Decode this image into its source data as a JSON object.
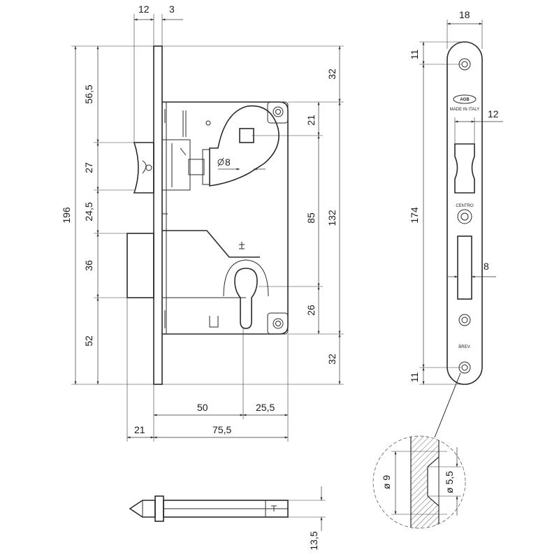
{
  "dimensions": {
    "front_plate_thickness": "12",
    "plate_gap": "3",
    "overall_height": "196",
    "top_to_latch": "56,5",
    "latch_height": "27",
    "latch_to_bolt": "24,5",
    "bolt_height": "36",
    "bolt_to_bottom": "52",
    "top_margin": "32",
    "bottom_margin": "32",
    "handle_offset": "21",
    "handle_to_cylinder": "85",
    "body_height": "132",
    "cylinder_offset": "26",
    "spindle": "8",
    "backset": "50",
    "cylinder_to_back": "25,5",
    "bolt_throw": "21",
    "body_depth": "75,5",
    "faceplate_width": "18",
    "faceplate_top": "11",
    "faceplate_bottom": "11",
    "latch_slot_width": "12",
    "faceplate_hole_span": "174",
    "bolt_slot_width": "8",
    "countersink_outer": "ø 9",
    "countersink_inner": "ø 5,5",
    "striker_thickness": "13,5"
  },
  "markings": {
    "brand": "AGB",
    "origin": "MADE IN ITALY",
    "centro": "CENTRO",
    "brev": "BREV."
  }
}
